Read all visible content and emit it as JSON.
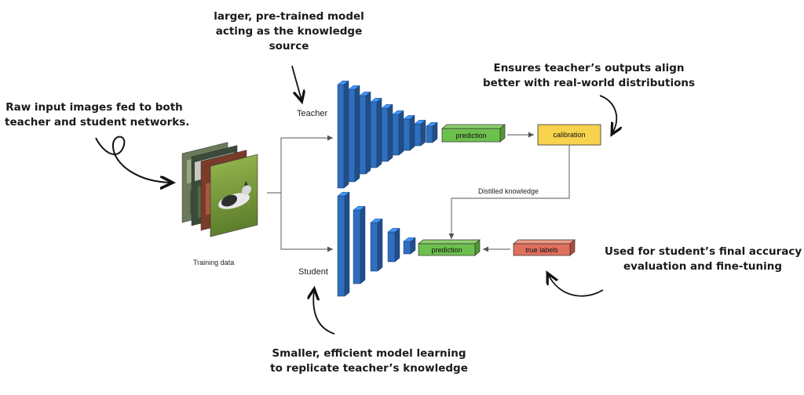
{
  "annotations": {
    "teacher_note": [
      "larger, pre-trained model",
      "acting as the knowledge",
      "source"
    ],
    "input_note": [
      "Raw input images fed to both",
      "teacher and student networks."
    ],
    "calibration_note": [
      "Ensures teacher’s outputs align",
      "better with real-world distributions"
    ],
    "labels_note": [
      "Used for student’s final accuracy",
      "evaluation and fine-tuning"
    ],
    "student_note": [
      "Smaller, efficient model learning",
      "to replicate teacher’s knowledge"
    ]
  },
  "diagram": {
    "teacher_label": "Teacher",
    "student_label": "Student",
    "training_data_label": "Training data",
    "teacher_prediction": "prediction",
    "student_prediction": "prediction",
    "calibration": "calibration",
    "true_labels": "true labels",
    "distilled_knowledge": "Distilled knowledge"
  },
  "colors": {
    "network_blue": "#2f6fbf",
    "prediction_green": "#6dbf4e",
    "calibration_yellow": "#f6d24d",
    "labels_red": "#e0705e"
  }
}
